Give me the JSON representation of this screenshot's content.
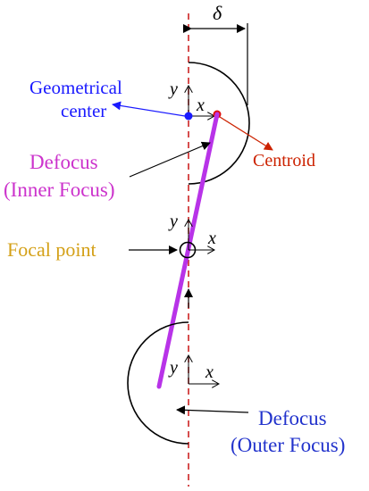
{
  "labels": {
    "delta": "δ",
    "geometrical_center_line1": "Geometrical",
    "geometrical_center_line2": "center",
    "centroid": "Centroid",
    "defocus_inner_line1": "Defocus",
    "defocus_inner_line2": "(Inner Focus)",
    "focal_point": "Focal point",
    "defocus_outer_line1": "Defocus",
    "defocus_outer_line2": "(Outer Focus)",
    "axis_y": "y",
    "axis_x": "x"
  },
  "colors": {
    "geometrical_center": "#1a1aff",
    "centroid": "#cc2200",
    "defocus_inner": "#cc33cc",
    "focal_point": "#d4a017",
    "defocus_outer": "#2233cc",
    "beam": "#b833e8",
    "axis_dashed": "#cc2222",
    "ink": "#000000"
  }
}
